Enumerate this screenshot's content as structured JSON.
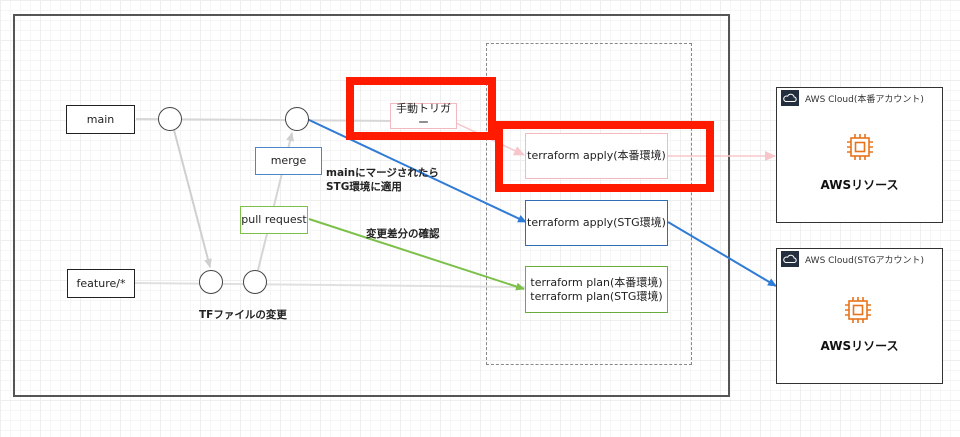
{
  "branches": {
    "main": "main",
    "feature": "feature/*"
  },
  "boxes": {
    "manual_trigger": "手動トリガー",
    "merge": "merge",
    "pull_request": "pull request",
    "apply_prod": "terraform apply(本番環境)",
    "apply_stg": "terraform apply(STG環境)",
    "plan_prod": "terraform plan(本番環境)",
    "plan_stg": "terraform plan(STG環境)"
  },
  "annotations": {
    "merge_to_main_line1": "mainにマージされたら",
    "merge_to_main_line2": "STG環境に適用",
    "diff_check": "変更差分の確認",
    "tf_change": "TFファイルの変更"
  },
  "clouds": [
    {
      "title": "AWS Cloud(本番アカウント)",
      "resource": "AWSリソース",
      "icon": "ec2-chip-icon"
    },
    {
      "title": "AWS Cloud(STGアカウント)",
      "resource": "AWSリソース",
      "icon": "ec2-chip-icon"
    }
  ],
  "colors": {
    "highlight": "#ff1a00",
    "merge_border": "#4a86c8",
    "pr_border": "#7cc04a",
    "apply_stg_border": "#2f6db5",
    "plan_border": "#6aab3e",
    "prod_border": "#f4b8bf",
    "blue_arrow": "#2f7bd6",
    "green_arrow": "#7cc04a",
    "pink_arrow": "#f7c6cb",
    "aws_orange": "#e8731a"
  }
}
